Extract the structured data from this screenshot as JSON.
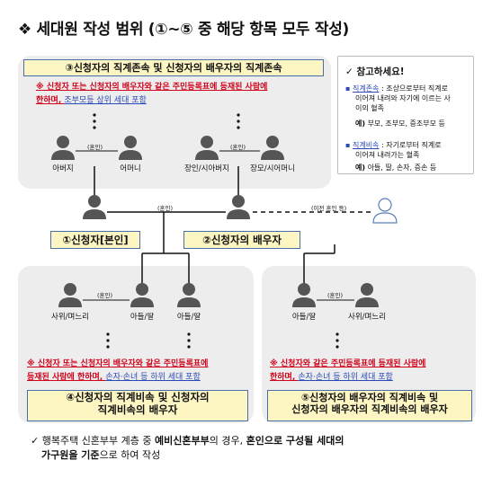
{
  "title": "❖ 세대원 작성 범위 (①~⑤ 중 해당 항목 모두 작성)",
  "group3": {
    "label": "③신청자의 직계존속 및 신청자의 배우자의 직계존속",
    "note_line1": "※ 신청자 또는 신청자의 배우자와 같은 주민등록표에 등재된 사람에",
    "note_line2_a": "한하며, ",
    "note_line2_b": "조부모등 상위 세대 포함",
    "father": "아버지",
    "mother": "어머니",
    "marriage_tag_left": "(혼인)",
    "father_in_law": "장인/시아버지",
    "mother_in_law": "장모/시어머니",
    "marriage_tag_right": "(혼인)"
  },
  "reference": {
    "header": "✓ 참고하세요!",
    "lineal_asc_term": "직계존속",
    "lineal_asc_def_1": " : 조상으로부터 직계로",
    "lineal_asc_def_2": "이어져 내려와 자기에 이르는 사",
    "lineal_asc_def_3": "이의 혈족",
    "lineal_asc_ex_label": "예)",
    "lineal_asc_ex": " 부모, 조부모, 증조부모 등",
    "lineal_desc_term": "직계비속",
    "lineal_desc_def_1": " : 자기로부터 직계로",
    "lineal_desc_def_2": "이어져 내려가는 혈족",
    "lineal_desc_ex_label": "예)",
    "lineal_desc_ex": " 아들, 딸, 손자, 증손 등"
  },
  "middle": {
    "marriage_tag": "(혼인)",
    "divorce_tag": "(이전 혼인 등)",
    "applicant": "①신청자[본인]",
    "spouse": "②신청자의 배우자"
  },
  "group4": {
    "son_in_law": "사위/며느리",
    "marriage_tag": "(혼인)",
    "child1": "아들/딸",
    "child2": "아들/딸",
    "note_line1": "※ 신청자 또는 신청자의 배우자와 같은 주민등록표에",
    "note_line2_a": "등재된 사람에 한하며, ",
    "note_line2_b": "손자·손녀 등 하위 세대 포함",
    "label_line1": "④신청자의 직계비속 및 신청자의",
    "label_line2": "직계비속의 배우자"
  },
  "group5": {
    "child": "아들/딸",
    "marriage_tag": "(혼인)",
    "son_in_law": "사위/며느리",
    "note_line1": "※ 신청자와 같은 주민등록표에 등재된 사람에",
    "note_line2_a": "한하며, ",
    "note_line2_b": "손자·손녀 등 하위 세대 포함",
    "label_line1": "⑤신청자의 배우자의 직계비속 및",
    "label_line2": "신청자의 배우자의 직계비속의 배우자"
  },
  "footer": {
    "check": "✓",
    "p1": " 행복주택 신혼부부 계층 중 ",
    "b1": "예비신혼부부",
    "p2": "의 경우, ",
    "b2": "혼인으로 구성될 세대의",
    "b3": "가구원을 기준",
    "p3": "으로 하여 작성"
  },
  "colors": {
    "person": "#555555",
    "accent_blue": "#2a49b8",
    "red": "#d0021b",
    "label_fill": "#fdf6c3"
  }
}
